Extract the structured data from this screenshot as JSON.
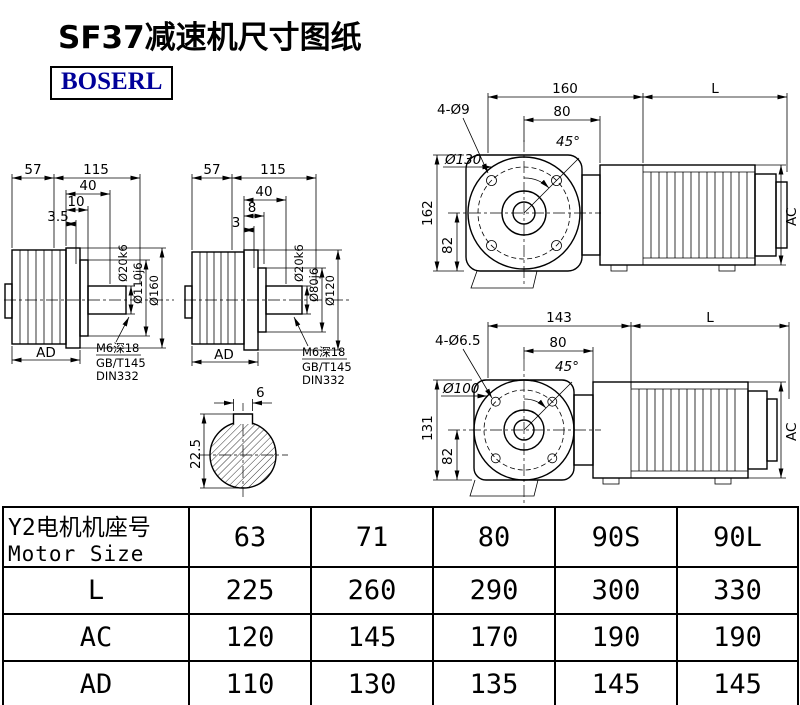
{
  "page": {
    "title": "SF37减速机尺寸图纸",
    "logo": "BOSERL"
  },
  "view1": {
    "d1": "57",
    "d2": "115",
    "d3": "40",
    "d4": "10",
    "d5": "3.5",
    "shaft_dia": "Ø20k6",
    "spigot_dia": "Ø110j6",
    "flange_dia": "Ø160",
    "ad": "AD",
    "note1": "M6深18",
    "note2": "GB/T145",
    "note3": "DIN332"
  },
  "view2": {
    "d1": "57",
    "d2": "115",
    "d3": "40",
    "d4": "8",
    "d5": "3",
    "shaft_dia": "Ø20k6",
    "spigot_dia": "Ø80j6",
    "flange_dia": "Ø120",
    "ad": "AD",
    "note1": "M6深18",
    "note2": "GB/T145",
    "note3": "DIN332"
  },
  "view3": {
    "d_width": "160",
    "d_len": "L",
    "holes": "4-Ø9",
    "d_80": "80",
    "angle": "45°",
    "dia": "Ø130",
    "height": "162",
    "d_82": "82",
    "ac": "AC"
  },
  "view4": {
    "d_width": "143",
    "d_len": "L",
    "holes": "4-Ø6.5",
    "d_80": "80",
    "angle": "45°",
    "dia": "Ø100",
    "height": "131",
    "d_82": "82",
    "ac": "AC"
  },
  "view5": {
    "key_w": "6",
    "key_h": "22.5"
  },
  "table": {
    "header_cn": "Y2电机机座号",
    "header_en": "Motor Size",
    "columns": [
      "63",
      "71",
      "80",
      "90S",
      "90L"
    ],
    "rows": [
      {
        "label": "L",
        "values": [
          "225",
          "260",
          "290",
          "300",
          "330"
        ]
      },
      {
        "label": "AC",
        "values": [
          "120",
          "145",
          "170",
          "190",
          "190"
        ]
      },
      {
        "label": "AD",
        "values": [
          "110",
          "130",
          "135",
          "145",
          "145"
        ]
      }
    ]
  }
}
